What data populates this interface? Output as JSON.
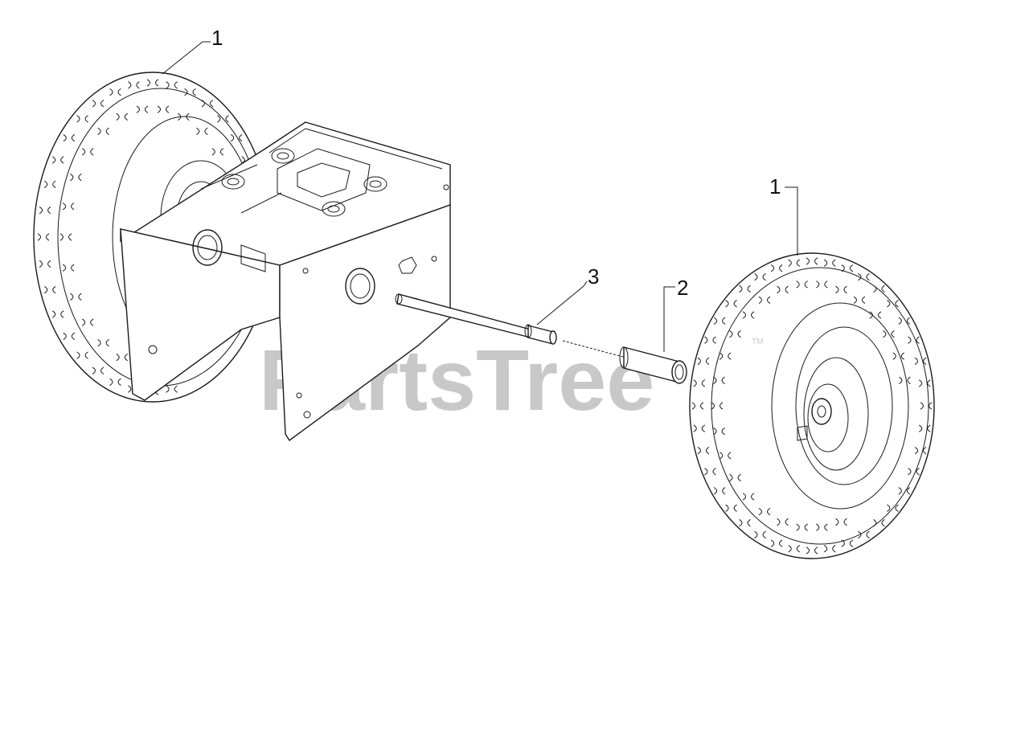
{
  "watermark": {
    "text": "PartsTree",
    "tm": "TM"
  },
  "callouts": [
    {
      "label": "1",
      "part": "wheel-assembly-left"
    },
    {
      "label": "1",
      "part": "wheel-assembly-right"
    },
    {
      "label": "2",
      "part": "spacer-sleeve"
    },
    {
      "label": "3",
      "part": "axle-bushing"
    }
  ]
}
